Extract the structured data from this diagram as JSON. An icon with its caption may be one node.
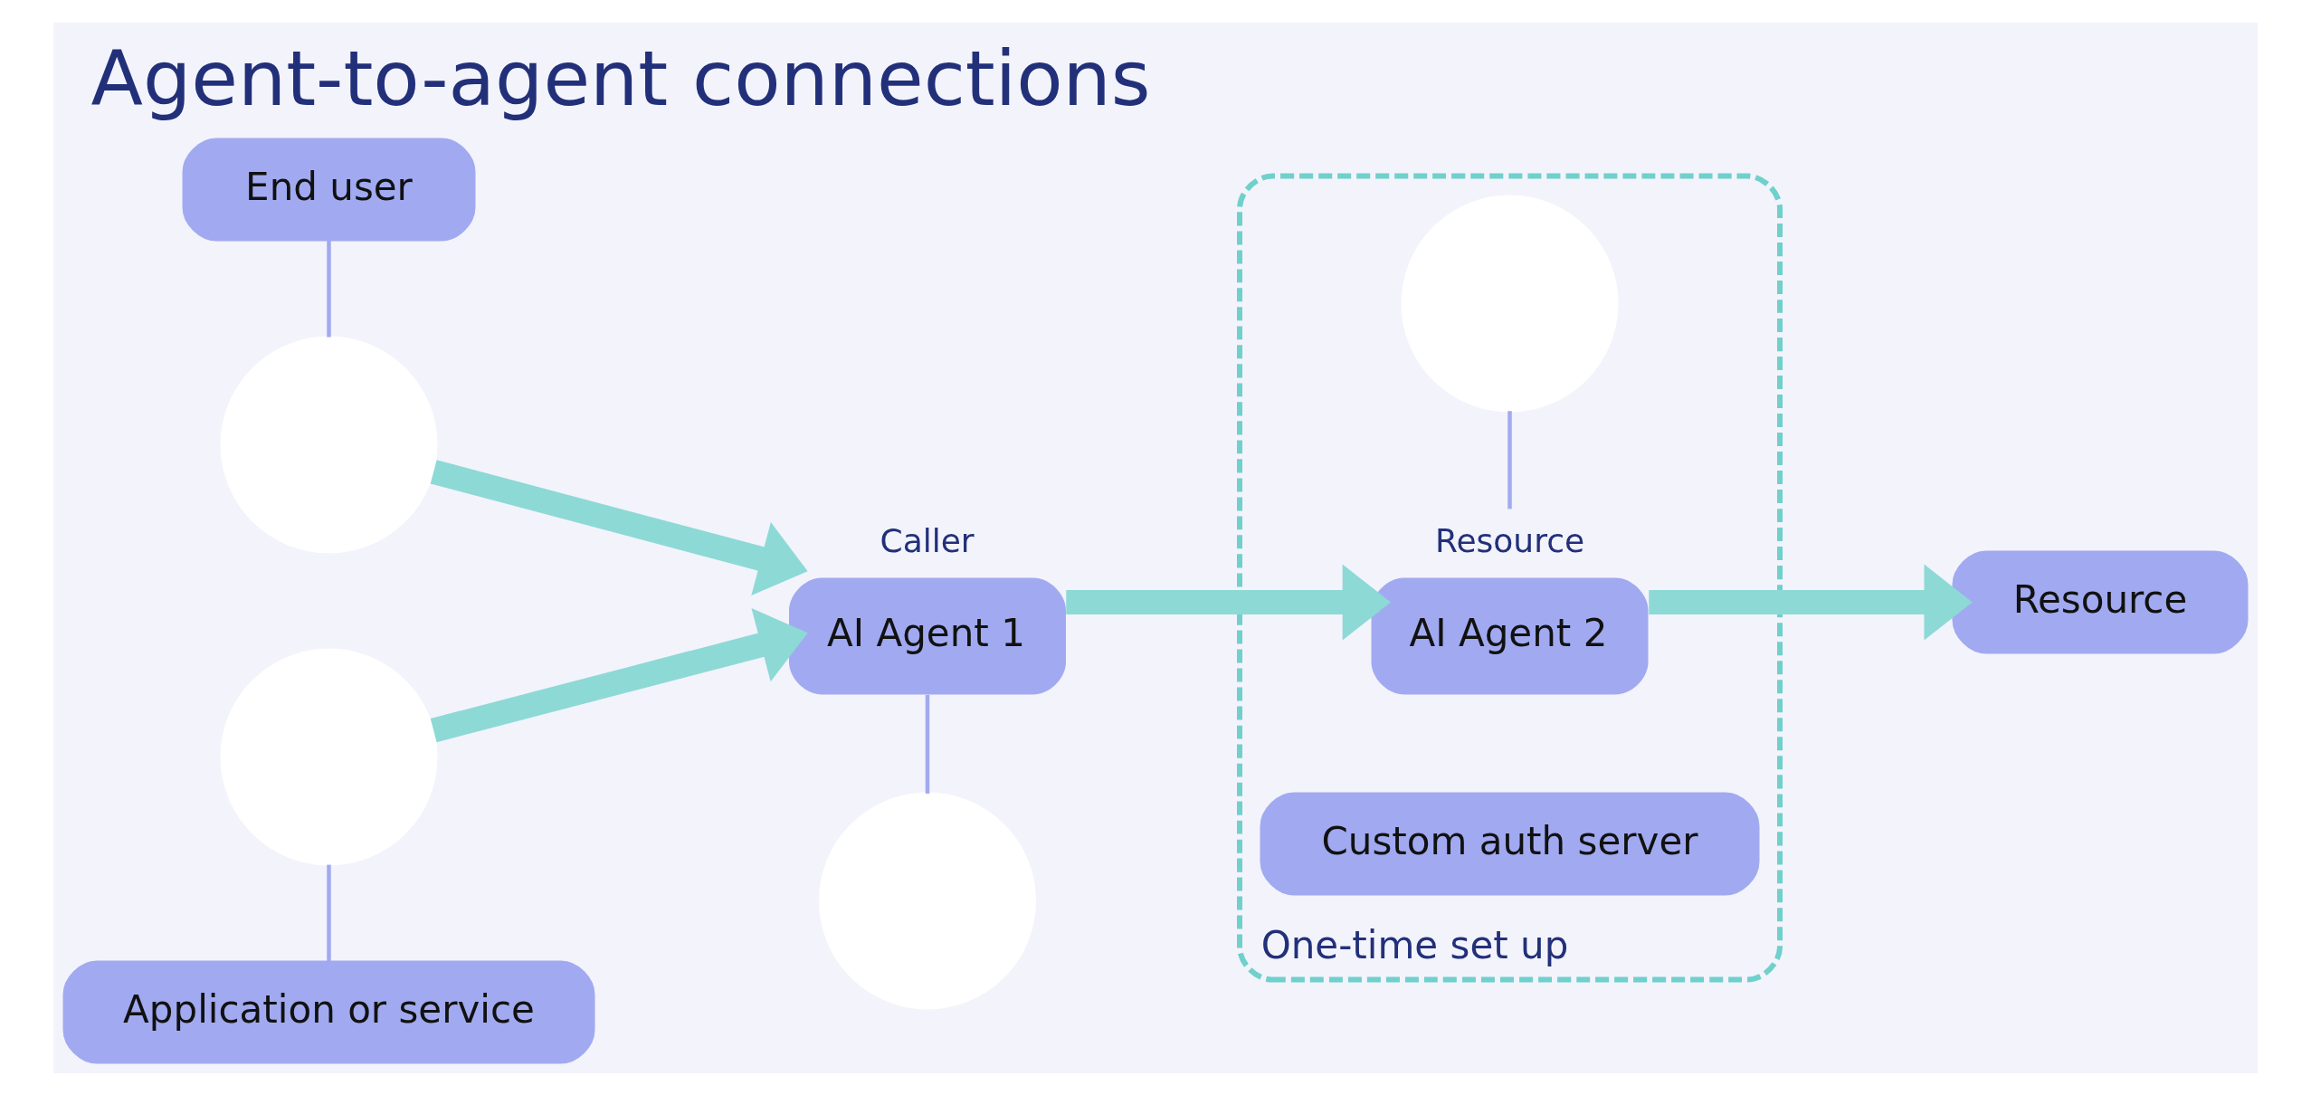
{
  "diagram": {
    "title": "Agent-to-agent connections",
    "nodes": [
      {
        "text": [
          "End user"
        ]
      },
      {
        "text": [],
        "shape": "circle"
      },
      {
        "text": [],
        "shape": "circle"
      },
      {
        "text": [
          "Application or service"
        ]
      },
      {
        "text": [
          "AI Agent 1"
        ],
        "beside": [
          "Caller"
        ]
      },
      {
        "text": [],
        "shape": "circle"
      },
      {
        "text": [
          "One-time set up"
        ]
      },
      {
        "text": [
          "AI Agent 2"
        ],
        "beside": [
          "Resource"
        ],
        "in": 6
      },
      {
        "text": [],
        "shape": "circle",
        "in": 6
      },
      {
        "text": [
          "Custom auth server"
        ],
        "in": 6
      },
      {
        "text": [
          "Resource"
        ]
      }
    ],
    "edges": [
      {
        "from": 0,
        "to": 1,
        "arrow": "none"
      },
      {
        "from": 2,
        "to": 3,
        "arrow": "none"
      },
      {
        "from": 1,
        "to": 4,
        "arrow": "to",
        "style": "thick",
        "color": "#8dd9d6"
      },
      {
        "from": 2,
        "to": 4,
        "arrow": "to",
        "style": "thick",
        "color": "#8dd9d6"
      },
      {
        "from": 4,
        "to": 5,
        "arrow": "none"
      },
      {
        "from": 4,
        "to": 7,
        "arrow": "to",
        "style": "thick",
        "color": "#8dd9d6"
      },
      {
        "from": 7,
        "to": 8,
        "arrow": "none"
      },
      {
        "from": 7,
        "to": 10,
        "arrow": "to",
        "style": "thick",
        "color": "#8dd9d6"
      }
    ]
  }
}
